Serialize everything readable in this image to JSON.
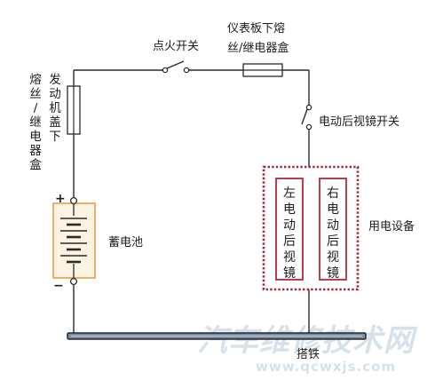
{
  "labels": {
    "ignition_switch": "点火开关",
    "dash_fuse_line1": "仪表板下熔",
    "dash_fuse_line2": "丝/继电器盒",
    "mirror_switch": "电动后视镜开关",
    "hood_fuse_line1": "发动机盖下",
    "hood_fuse_line2": "熔丝/继电器盒",
    "battery": "蓄电池",
    "battery_plus": "+",
    "battery_minus": "−",
    "left_mirror": "左电动后视镜",
    "right_mirror": "右电动后视镜",
    "load_device": "用电设备",
    "ground": "搭铁"
  },
  "watermark": {
    "main": "汽车维修技术网",
    "url": "www.qcwxjs.com"
  },
  "colors": {
    "wire": "#2a2a2a",
    "battery_box_border": "#e0a24c",
    "battery_box_fill": "#fdf3e3",
    "load_box_border": "#a3283a",
    "mirror_border": "#b5283a",
    "ground_bus_fill": "#7d8da0",
    "ground_bus_stroke": "#1e2630",
    "watermark": "#d7e1ec"
  }
}
